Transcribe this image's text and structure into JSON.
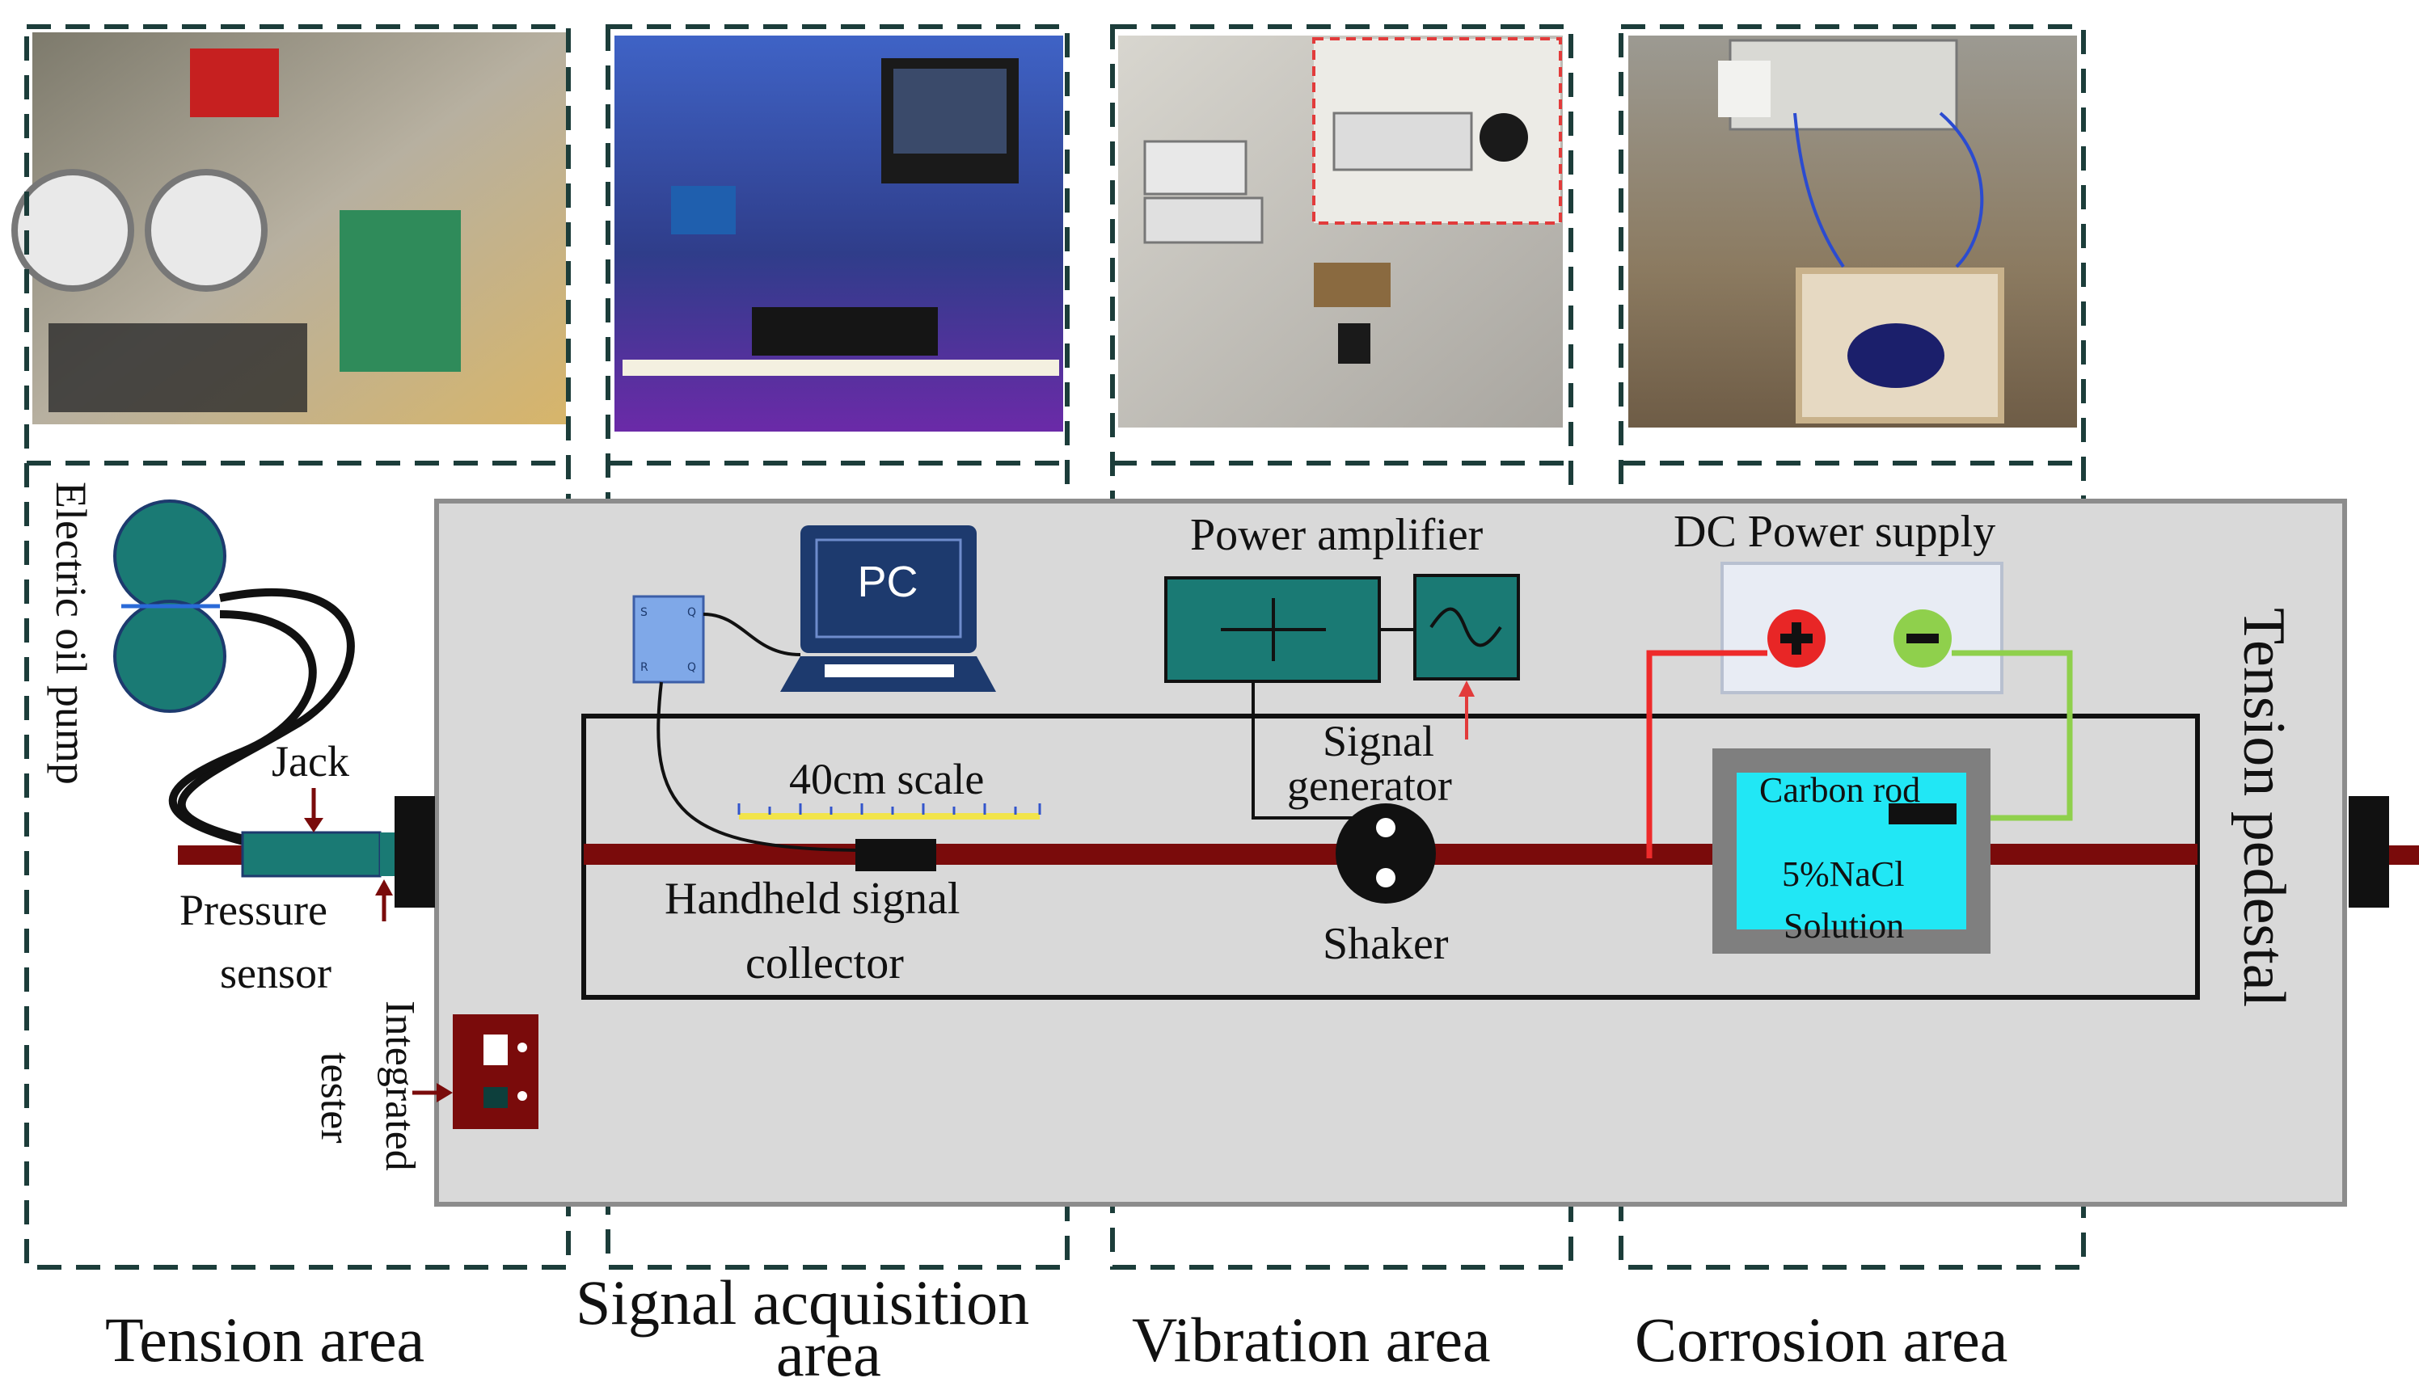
{
  "photos": {
    "tension": "Tension area photo",
    "signal": "Signal acquisition photo",
    "vibration": "Vibration area photo",
    "corrosion": "Corrosion area photo"
  },
  "labels": {
    "electric_oil_pump": "Electric oil pump",
    "jack": "Jack",
    "pressure_sensor_line1": "Pressure",
    "pressure_sensor_line2": "sensor",
    "integrated_tester_line1": "Integrated",
    "integrated_tester_line2": "tester",
    "pc": "PC",
    "scale": "40cm scale",
    "handheld_line1": "Handheld signal",
    "handheld_line2": "collector",
    "power_amplifier": "Power amplifier",
    "signal_generator_line1": "Signal",
    "signal_generator_line2": "generator",
    "shaker": "Shaker",
    "dc_power_supply": "DC Power supply",
    "carbon_rod": "Carbon rod",
    "nacl_line1": "5%NaCl",
    "nacl_line2": "Solution",
    "tension_pedestal": "Tension pedestal"
  },
  "areas": {
    "tension": "Tension area",
    "signal_line1": "Signal acquisition",
    "signal_line2": "area",
    "vibration": "Vibration area",
    "corrosion": "Corrosion area"
  },
  "colors": {
    "teal": "#1a7a74",
    "dark_navy": "#1d3a6e",
    "steel_bar": "#7a0b0b",
    "pedestal": "#d9d9d9",
    "dashed_border": "#1c3d3a",
    "red_wire": "#ee2b2b",
    "green_wire": "#8fd04c",
    "solution": "#21e7f5",
    "scale_yellow": "#f2e44a"
  }
}
